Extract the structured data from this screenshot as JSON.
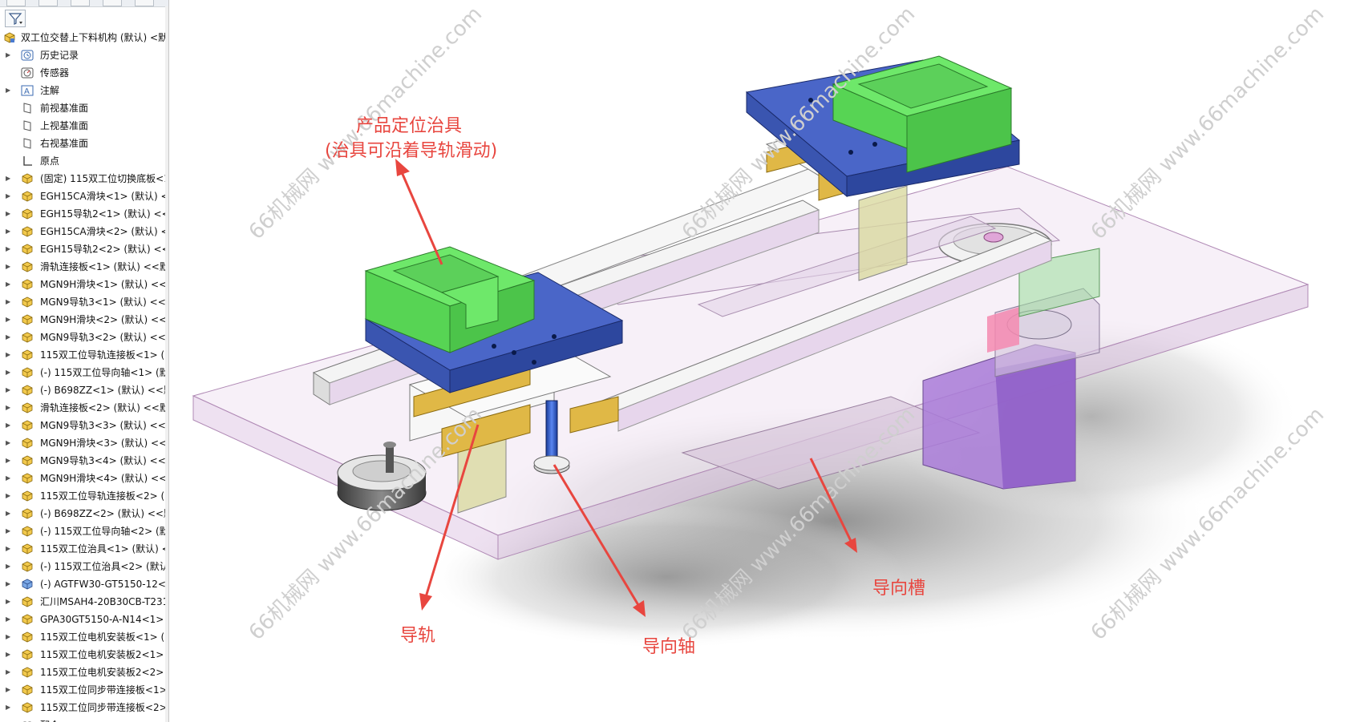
{
  "tree": {
    "root": "双工位交替上下料机构 (默认) <默",
    "items": [
      {
        "label": "历史记录",
        "icon": "history-icon",
        "expand": true
      },
      {
        "label": "传感器",
        "icon": "sensor-icon",
        "expand": false
      },
      {
        "label": "注解",
        "icon": "annotation-icon",
        "expand": true
      },
      {
        "label": "前视基准面",
        "icon": "plane-icon",
        "expand": false
      },
      {
        "label": "上视基准面",
        "icon": "plane-icon",
        "expand": false
      },
      {
        "label": "右视基准面",
        "icon": "plane-icon",
        "expand": false
      },
      {
        "label": "原点",
        "icon": "origin-icon",
        "expand": false
      },
      {
        "label": "(固定) 115双工位切换底板<1",
        "icon": "part-icon",
        "expand": true
      },
      {
        "label": "EGH15CA滑块<1> (默认) <<",
        "icon": "part-icon",
        "expand": true
      },
      {
        "label": "EGH15导轨2<1> (默认) <<",
        "icon": "part-icon",
        "expand": true
      },
      {
        "label": "EGH15CA滑块<2> (默认) <<",
        "icon": "part-icon",
        "expand": true
      },
      {
        "label": "EGH15导轨2<2> (默认) <<",
        "icon": "part-icon",
        "expand": true
      },
      {
        "label": "滑轨连接板<1> (默认) <<默",
        "icon": "part-icon",
        "expand": true
      },
      {
        "label": "MGN9H滑块<1> (默认) <<",
        "icon": "part-icon",
        "expand": true
      },
      {
        "label": "MGN9导轨3<1> (默认) <<",
        "icon": "part-icon",
        "expand": true
      },
      {
        "label": "MGN9H滑块<2> (默认) <<",
        "icon": "part-icon",
        "expand": true
      },
      {
        "label": "MGN9导轨3<2> (默认) <<",
        "icon": "part-icon",
        "expand": true
      },
      {
        "label": "115双工位导轨连接板<1> (",
        "icon": "part-icon",
        "expand": true
      },
      {
        "label": "(-) 115双工位导向轴<1> (默",
        "icon": "part-icon",
        "expand": true
      },
      {
        "label": "(-) B698ZZ<1> (默认) <<默",
        "icon": "part-icon",
        "expand": true
      },
      {
        "label": "滑轨连接板<2> (默认) <<默",
        "icon": "part-icon",
        "expand": true
      },
      {
        "label": "MGN9导轨3<3> (默认) <<",
        "icon": "part-icon",
        "expand": true
      },
      {
        "label": "MGN9H滑块<3> (默认) <<",
        "icon": "part-icon",
        "expand": true
      },
      {
        "label": "MGN9导轨3<4> (默认) <<",
        "icon": "part-icon",
        "expand": true
      },
      {
        "label": "MGN9H滑块<4> (默认) <<",
        "icon": "part-icon",
        "expand": true
      },
      {
        "label": "115双工位导轨连接板<2> (",
        "icon": "part-icon",
        "expand": true
      },
      {
        "label": "(-) B698ZZ<2> (默认) <<默",
        "icon": "part-icon",
        "expand": true
      },
      {
        "label": "(-) 115双工位导向轴<2> (默",
        "icon": "part-icon",
        "expand": true
      },
      {
        "label": "115双工位治具<1> (默认) <",
        "icon": "part-icon",
        "expand": true
      },
      {
        "label": "(-) 115双工位治具<2> (默认)",
        "icon": "part-icon",
        "expand": true
      },
      {
        "label": "(-) AGTFW30-GT5150-12<1",
        "icon": "assembly-icon",
        "expand": true
      },
      {
        "label": "汇川MSAH4-20B30CB-T231",
        "icon": "part-icon",
        "expand": true
      },
      {
        "label": "GPA30GT5150-A-N14<1> (",
        "icon": "part-icon",
        "expand": true
      },
      {
        "label": "115双工位电机安装板<1> (",
        "icon": "part-icon",
        "expand": true
      },
      {
        "label": "115双工位电机安装板2<1> (",
        "icon": "part-icon",
        "expand": true
      },
      {
        "label": "115双工位电机安装板2<2> (",
        "icon": "part-icon",
        "expand": true
      },
      {
        "label": "115双工位同步带连接板<1>",
        "icon": "part-icon",
        "expand": true
      },
      {
        "label": "115双工位同步带连接板<2>",
        "icon": "part-icon",
        "expand": true
      },
      {
        "label": "配合",
        "icon": "mate-icon",
        "expand": true
      }
    ]
  },
  "annotations": {
    "fixture_title": "产品定位治具",
    "fixture_note": "(治具可沿着导轨滑动)",
    "guide_slot": "导向槽",
    "guide_rail": "导轨",
    "guide_shaft": "导向轴"
  },
  "watermark": "66机械网 www.66machine.com",
  "colors": {
    "annotation": "#e8463f",
    "fixture_green": "#6ee86a",
    "plate_blue": "#4a66c8",
    "slider_yellow": "#e0b846",
    "motor_purple": "#a97bd8",
    "base_plate": "#e9d9ee"
  }
}
